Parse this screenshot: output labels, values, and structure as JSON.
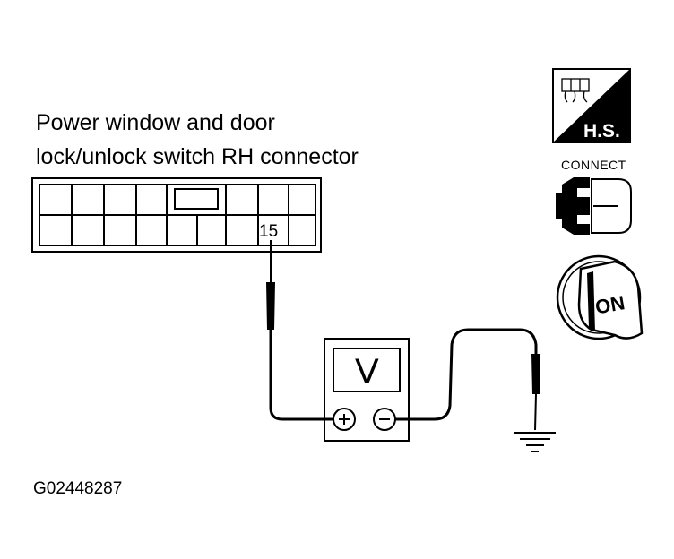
{
  "title": {
    "line1": "Power window and door",
    "line2": "lock/unlock switch RH connector"
  },
  "connector": {
    "pin_label": "15"
  },
  "meter": {
    "display_letter": "V",
    "plus_symbol": "+",
    "minus_symbol": "−"
  },
  "icons": {
    "harness_side_label": "H.S.",
    "connect_label": "CONNECT",
    "ignition_label": "ON",
    "names": [
      "harness-side-icon",
      "connector-connected-icon",
      "ignition-on-icon",
      "ground-icon"
    ]
  },
  "diagram_id": "G02448287"
}
